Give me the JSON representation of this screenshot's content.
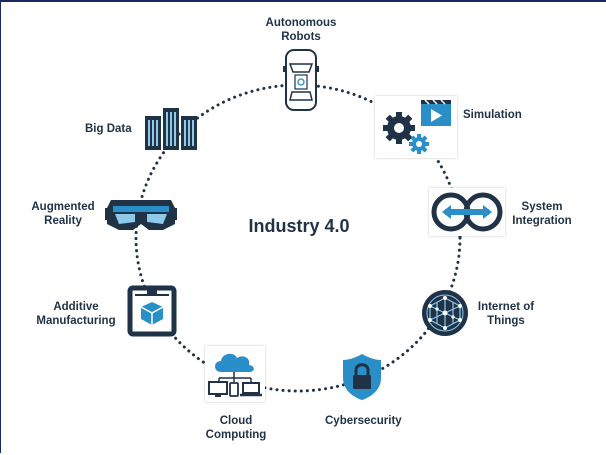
{
  "center_title": "Industry 4.0",
  "nodes": {
    "autonomous_robots": [
      "Autonomous",
      "Robots"
    ],
    "simulation": [
      "Simulation"
    ],
    "system_integration": [
      "System",
      "Integration"
    ],
    "internet_of_things": [
      "Internet of",
      "Things"
    ],
    "cybersecurity": [
      "Cybersecurity"
    ],
    "cloud_computing": [
      "Cloud",
      "Computing"
    ],
    "additive_manufacturing": [
      "Additive",
      "Manufacturing"
    ],
    "augmented_reality": [
      "Augmented",
      "Reality"
    ],
    "big_data": [
      "Big Data"
    ]
  },
  "icons": {
    "autonomous_robots": "autonomous-car-icon",
    "simulation": "gears-and-video-icon",
    "system_integration": "integration-loop-icon",
    "internet_of_things": "network-globe-icon",
    "cybersecurity": "shield-lock-icon",
    "cloud_computing": "cloud-devices-icon",
    "additive_manufacturing": "3d-printer-icon",
    "augmented_reality": "vr-headset-icon",
    "big_data": "server-rack-icon"
  },
  "colors": {
    "navy": "#1f3246",
    "blue": "#2a8fc8",
    "light_blue": "#8fc9ea",
    "border": "#1b2a5e"
  }
}
